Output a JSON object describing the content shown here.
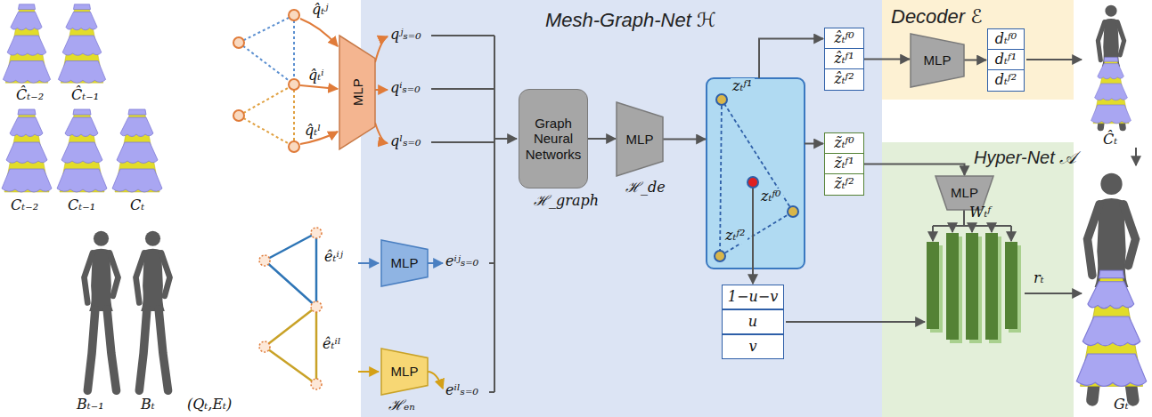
{
  "diagram": {
    "nodes": [
      {
        "text": [
          "Mesh-Graph-Net ℋ"
        ]
      },
      {
        "text": [
          "MLP"
        ]
      },
      {
        "text": [
          "MLP"
        ],
        "in": 0
      },
      {
        "text": [
          "MLP"
        ],
        "in": 0
      },
      {
        "text": [
          "Graph Neural Networks",
          "ℋ_graph"
        ],
        "in": 0
      },
      {
        "text": [
          "MLP",
          "ℋ_de"
        ],
        "in": 0
      },
      {
        "text": [
          "zₜᶠ¹",
          "zₜᶠ²",
          "zₜᶠ⁰"
        ],
        "in": 0
      },
      {
        "text": [
          "ẑₜᶠ⁰"
        ],
        "in": 0
      },
      {
        "text": [
          "ẑₜᶠ¹"
        ],
        "in": 0
      },
      {
        "text": [
          "ẑₜᶠ²"
        ],
        "in": 0
      },
      {
        "text": [
          "z̃ₜᶠ⁰"
        ],
        "in": 0
      },
      {
        "text": [
          "z̃ₜᶠ¹"
        ],
        "in": 0
      },
      {
        "text": [
          "z̃ₜᶠ²"
        ],
        "in": 0
      },
      {
        "text": [
          "1−u−v"
        ],
        "in": 0
      },
      {
        "text": [
          "u"
        ],
        "in": 0
      },
      {
        "text": [
          "v"
        ],
        "in": 0
      },
      {
        "text": [
          "Decoder ℰ"
        ]
      },
      {
        "text": [
          "MLP"
        ],
        "in": 16
      },
      {
        "text": [
          "dₜᶠ⁰"
        ],
        "in": 16
      },
      {
        "text": [
          "dₜᶠ¹"
        ],
        "in": 16
      },
      {
        "text": [
          "dₜᶠ²"
        ],
        "in": 16
      },
      {
        "text": [
          "Hyper-Net 𝒜"
        ]
      },
      {
        "text": [
          "MLP"
        ],
        "in": 21
      }
    ],
    "edges": [
      {
        "from": 4,
        "to": 5,
        "arrow": "to"
      },
      {
        "from": 5,
        "to": 6,
        "arrow": "to"
      },
      {
        "from": 6,
        "to": 7,
        "arrow": "to"
      },
      {
        "from": 6,
        "to": 10,
        "arrow": "to"
      },
      {
        "from": 6,
        "to": 13,
        "arrow": "to"
      },
      {
        "from": 8,
        "to": 17,
        "arrow": "to"
      },
      {
        "from": 17,
        "to": 19,
        "arrow": "to"
      },
      {
        "from": 11,
        "to": 22,
        "arrow": "to"
      }
    ],
    "labels": [
      "Ĉₜ₋₂",
      "Ĉₜ₋₁",
      "Cₜ₋₂",
      "Cₜ₋₁",
      "Cₜ",
      "Bₜ₋₁",
      "Bₜ",
      "(Qₜ,Eₜ)",
      "q̂ₜʲ",
      "q̂ₜⁱ",
      "q̂ₜˡ",
      "êₜⁱʲ",
      "êₜⁱˡ",
      "qʲₛ₌₀",
      "qⁱₛ₌₀",
      "qˡₛ₌₀",
      "eⁱʲₛ₌₀",
      "eⁱˡₛ₌₀",
      "ℋₑₙ",
      "Wₜᶠ",
      "rₜ",
      "Ĉₜ",
      "Gₜ"
    ]
  }
}
